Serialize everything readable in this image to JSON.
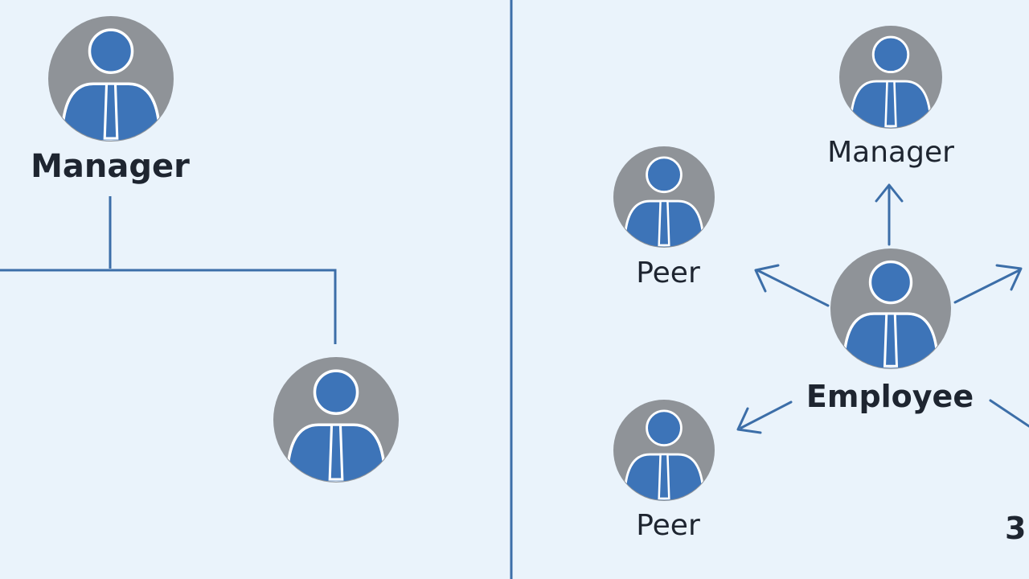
{
  "colors": {
    "background": "#eaf3fb",
    "accent": "#3c6ea8",
    "avatar_bg": "#8f9398",
    "avatar_figure": "#3d74b8",
    "text": "#1e2530"
  },
  "left_panel": {
    "top_node": {
      "label": "Manager",
      "icon": "person-avatar-icon"
    },
    "bottom_node": {
      "label": "",
      "icon": "person-avatar-icon"
    }
  },
  "right_panel": {
    "center_node": {
      "label": "Employee",
      "icon": "person-avatar-icon"
    },
    "top_node": {
      "label": "Manager",
      "icon": "person-avatar-icon"
    },
    "upper_left_node": {
      "label": "Peer",
      "icon": "person-avatar-icon"
    },
    "lower_left_node": {
      "label": "Peer",
      "icon": "person-avatar-icon"
    },
    "cropped_label": "3"
  }
}
